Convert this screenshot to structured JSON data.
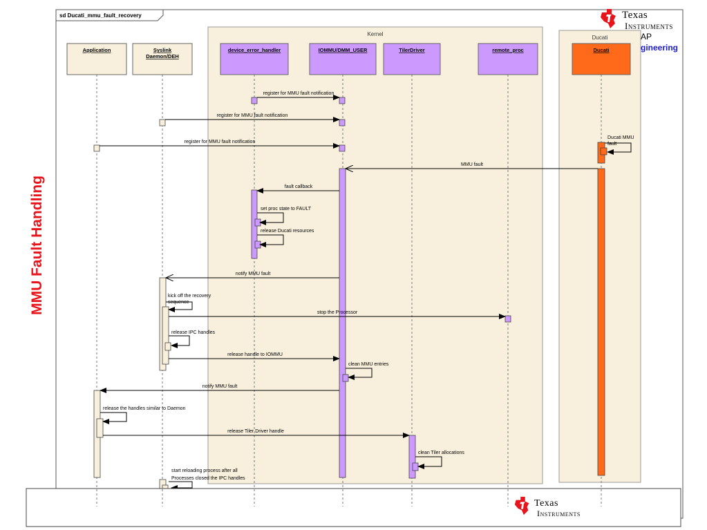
{
  "side_title": "MMU Fault Handling",
  "frame_label": "sd Ducati_mmu_fault_recovery",
  "groups": [
    {
      "id": "kernel",
      "label": "Kernel"
    },
    {
      "id": "ducati",
      "label": "Ducati"
    }
  ],
  "lifelines": [
    {
      "id": "app",
      "label": "Application",
      "color": "#f8f0dc"
    },
    {
      "id": "daemon",
      "label": "Syslink Daemon/DEH",
      "color": "#f8f0dc"
    },
    {
      "id": "deh",
      "label": "device_error_handler",
      "color": "#cc99ff"
    },
    {
      "id": "iommu",
      "label": "IOMMU/DMM_USER",
      "color": "#cc99ff"
    },
    {
      "id": "tiler",
      "label": "TilerDriver",
      "color": "#cc99ff"
    },
    {
      "id": "rproc",
      "label": "remote_proc",
      "color": "#cc99ff"
    },
    {
      "id": "ducati",
      "label": "Ducati",
      "color": "#ff6a1a"
    }
  ],
  "messages": [
    {
      "label": "register for MMU fault notification"
    },
    {
      "label": "register for MMU fault notification"
    },
    {
      "label": "register for MMU fault notification"
    },
    {
      "label": "Ducati MMU fault"
    },
    {
      "label": "MMU fault"
    },
    {
      "label": "fault callback"
    },
    {
      "label": "set proc state to FAULT"
    },
    {
      "label": "release Ducati resources"
    },
    {
      "label": "notify MMU fault"
    },
    {
      "label": "kick off the recovery sequence"
    },
    {
      "label": "stop the Processor"
    },
    {
      "label": "release IPC handles"
    },
    {
      "label": "release handle to IOMMU"
    },
    {
      "label": "clean MMU entries"
    },
    {
      "label": "notify MMU fault"
    },
    {
      "label": "release the handles similar to Daemon"
    },
    {
      "label": "release Tiler Driver handle"
    },
    {
      "label": "clean Tiler allocations"
    },
    {
      "label": "start reloading process after all Processes closed the IPC handles"
    }
  ],
  "logo_top": {
    "line1": "Texas",
    "line2": "Instruments"
  },
  "logo_bottom": {
    "line1": "Texas",
    "line2": "Instruments"
  },
  "partial_text": {
    "line1": "AP",
    "line2": "gineering"
  },
  "colors": {
    "title_red": "#e8141b",
    "ti_red": "#e8141b",
    "kernel_bg": "#f8f0dc",
    "purple": "#cc99ff",
    "orange": "#ff6a1a",
    "link_blue": "#1a1ad0"
  }
}
